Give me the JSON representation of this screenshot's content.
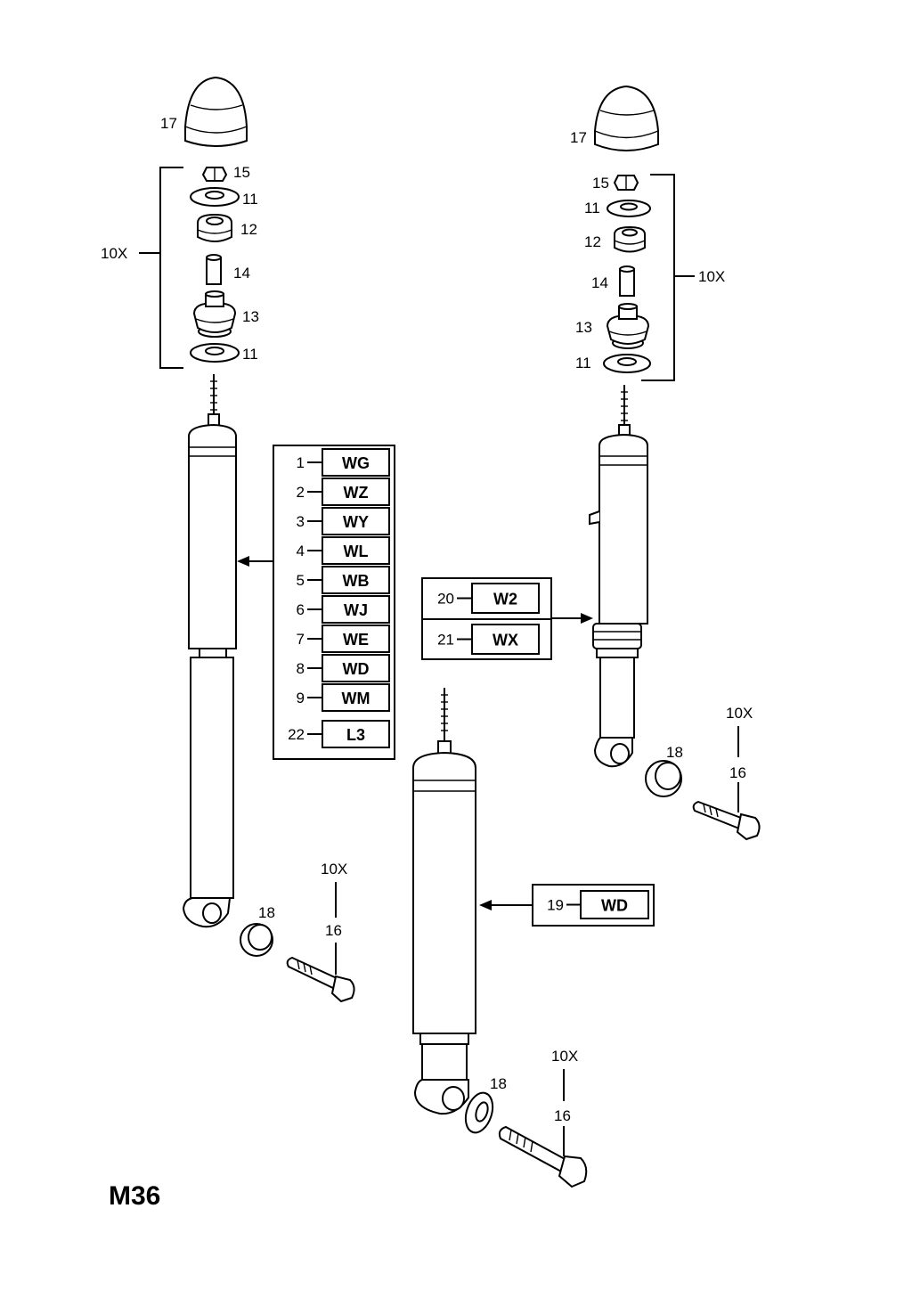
{
  "page_code": "M36",
  "labels": {
    "a17": "17",
    "a15": "15",
    "a11a": "11",
    "a12": "12",
    "a14": "14",
    "a13": "13",
    "a11b": "11",
    "a10x": "10X",
    "b17": "17",
    "b15": "15",
    "b11a": "11",
    "b12": "12",
    "b14": "14",
    "b13": "13",
    "b11b": "11",
    "b10x": "10X",
    "c18": "18",
    "c16": "16",
    "c10x": "10X",
    "d18": "18",
    "d16": "16",
    "d10x": "10X",
    "e18": "18",
    "e16": "16",
    "e10x": "10X"
  },
  "variant_table_left": [
    {
      "num": "1",
      "code": "WG"
    },
    {
      "num": "2",
      "code": "WZ"
    },
    {
      "num": "3",
      "code": "WY"
    },
    {
      "num": "4",
      "code": "WL"
    },
    {
      "num": "5",
      "code": "WB"
    },
    {
      "num": "6",
      "code": "WJ"
    },
    {
      "num": "7",
      "code": "WE"
    },
    {
      "num": "8",
      "code": "WD"
    },
    {
      "num": "9",
      "code": "WM"
    },
    {
      "num": "22",
      "code": "L3"
    }
  ],
  "variant_table_right": [
    {
      "num": "20",
      "code": "W2"
    },
    {
      "num": "21",
      "code": "WX"
    }
  ],
  "variant_table_center": [
    {
      "num": "19",
      "code": "WD"
    }
  ]
}
